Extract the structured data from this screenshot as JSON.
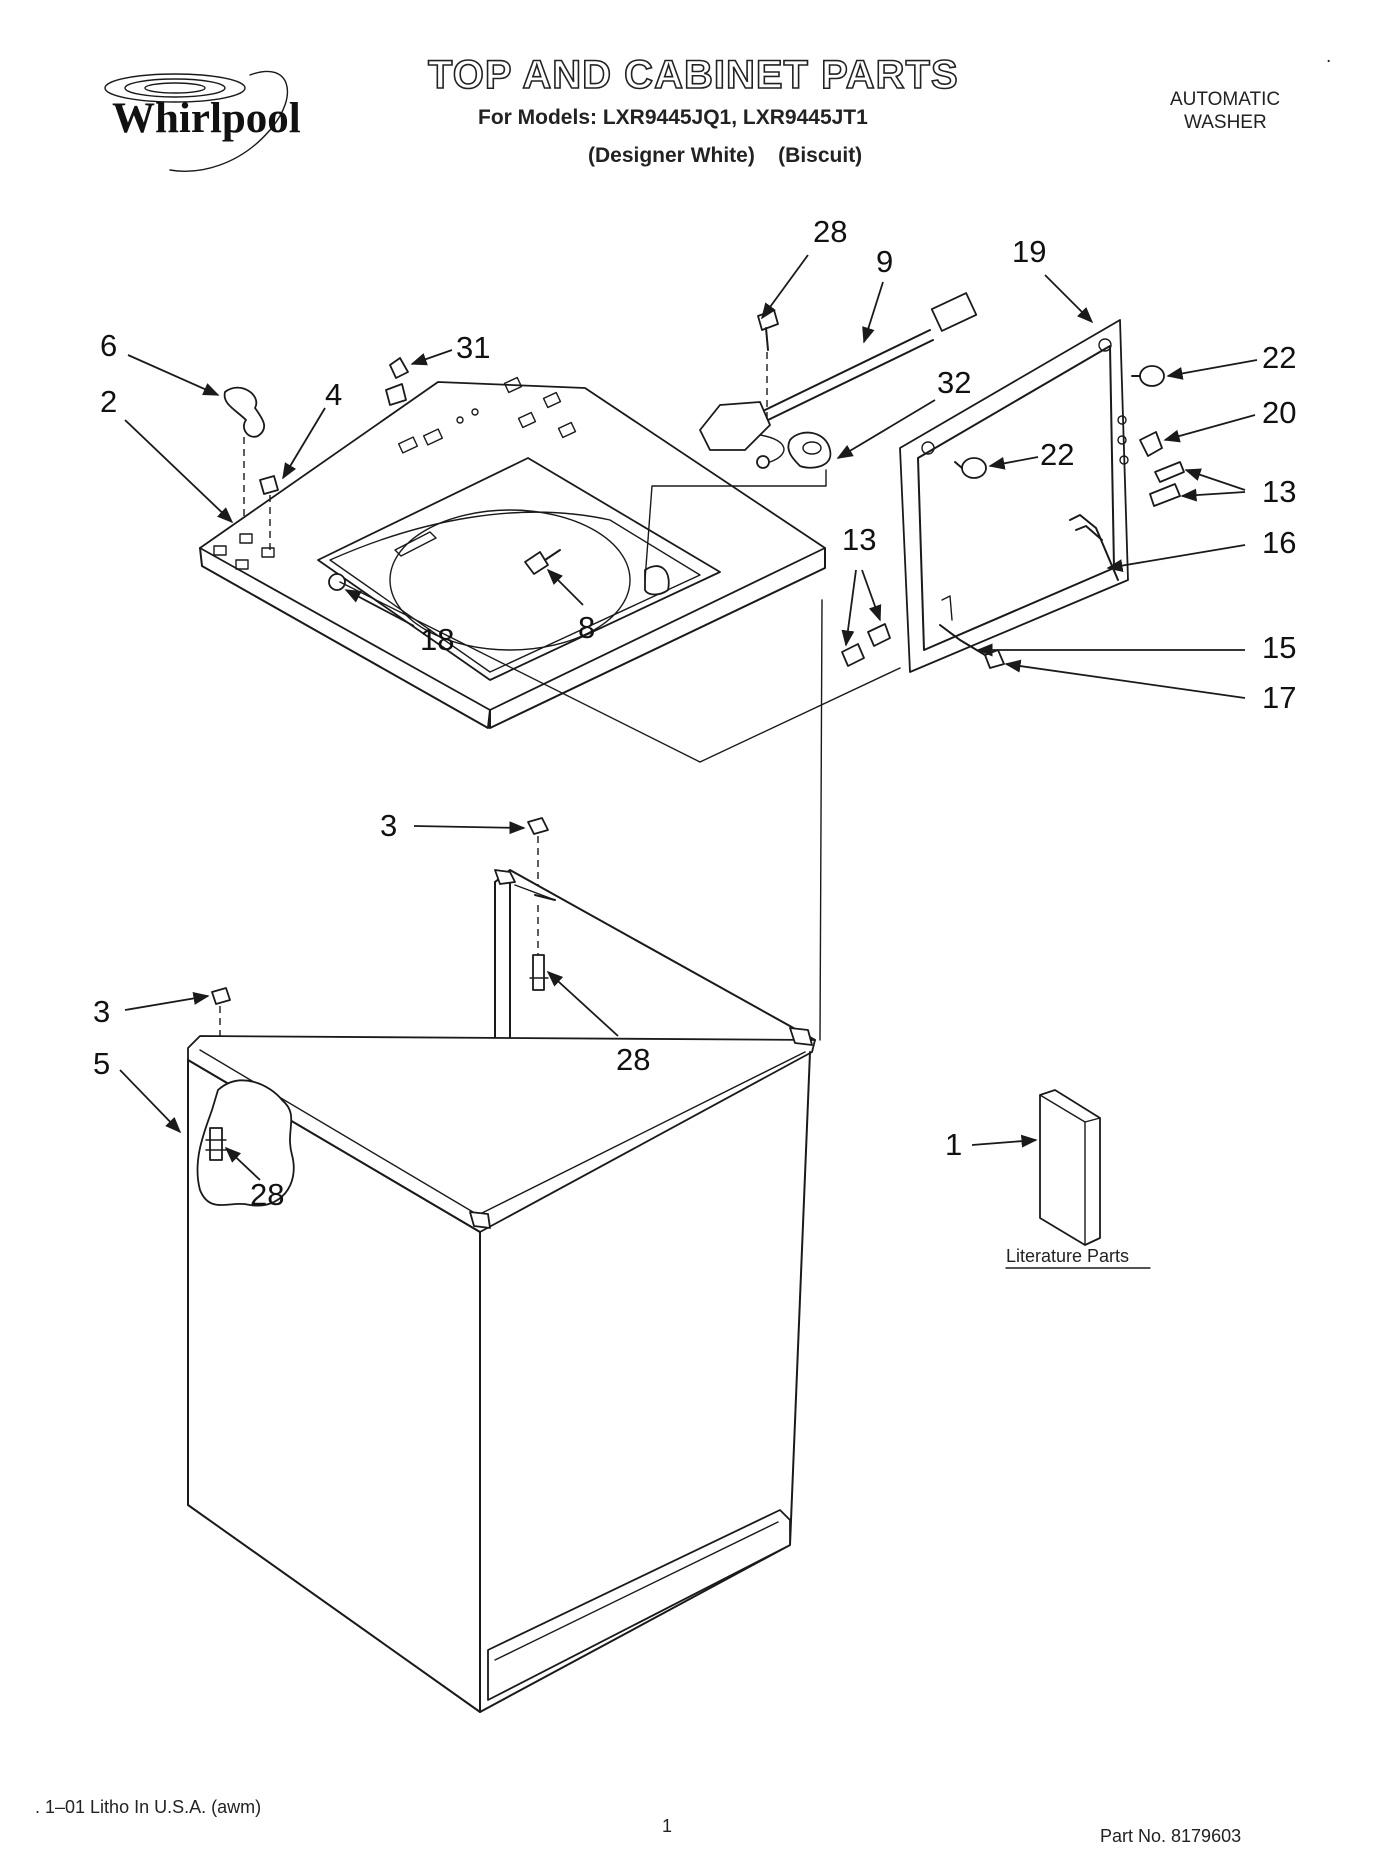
{
  "header": {
    "logo_text": "Whirlpool",
    "title": "TOP AND CABINET PARTS",
    "models_line": "For Models: LXR9445JQ1, LXR9445JT1",
    "colors_line": "(Designer White)    (Biscuit)",
    "product_line1": "AUTOMATIC",
    "product_line2": "WASHER"
  },
  "callouts": {
    "c28_top": "28",
    "c9": "9",
    "c19": "19",
    "c6": "6",
    "c31": "31",
    "c4": "4",
    "c2": "2",
    "c32": "32",
    "c22_top": "22",
    "c20": "20",
    "c22_mid": "22",
    "c13_right": "13",
    "c16": "16",
    "c13_left": "13",
    "c15": "15",
    "c17": "17",
    "c18": "18",
    "c8": "8",
    "c3_top": "3",
    "c28_mid": "28",
    "c3_left": "3",
    "c5": "5",
    "c28_low": "28",
    "c1": "1"
  },
  "literature_label": "Literature Parts",
  "footer": {
    "litho": ". 1–01 Litho In U.S.A. (awm)",
    "page_number": "1",
    "part_number": "Part No. 8179603"
  },
  "stray_mark": "."
}
